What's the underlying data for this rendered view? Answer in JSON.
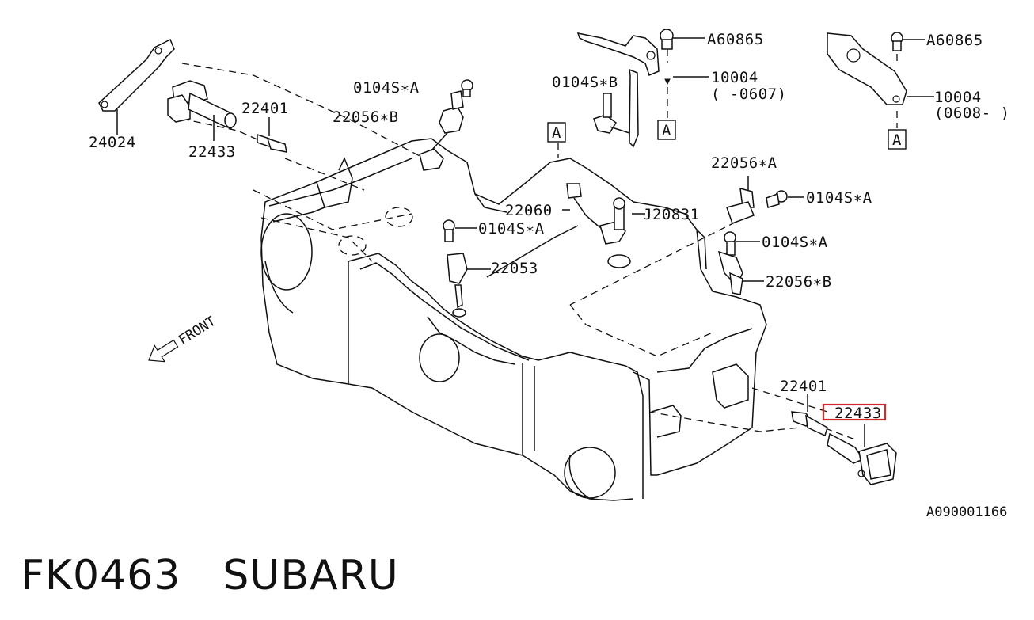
{
  "labels": {
    "p24024": "24024",
    "p22433_top": "22433",
    "p22401_top": "22401",
    "p0104SA_1": "0104S∗A",
    "p22056B_1": "22056∗B",
    "p0104SB": "0104S∗B",
    "pA60865_1": "A60865",
    "p10004_1": "10004",
    "p10004_1_range": "( -0607)",
    "pA60865_2": "A60865",
    "p10004_2": "10004",
    "p10004_2_range": "(0608- )",
    "p22056A": "22056∗A",
    "p0104SA_2": "0104S∗A",
    "p22060": "22060",
    "pJ20831": "J20831",
    "p0104SA_3": "0104S∗A",
    "p22053": "22053",
    "p0104SA_4": "0104S∗A",
    "p22056B_2": "22056∗B",
    "p22401_bottom": "22401",
    "p22433_bottom": "22433",
    "front": "FRONT",
    "ref_a": "A",
    "diagram_id": "A090001166"
  },
  "highlighted_part": "22433",
  "highlight_color": "#d62828",
  "caption": "FK0463　SUBARU"
}
